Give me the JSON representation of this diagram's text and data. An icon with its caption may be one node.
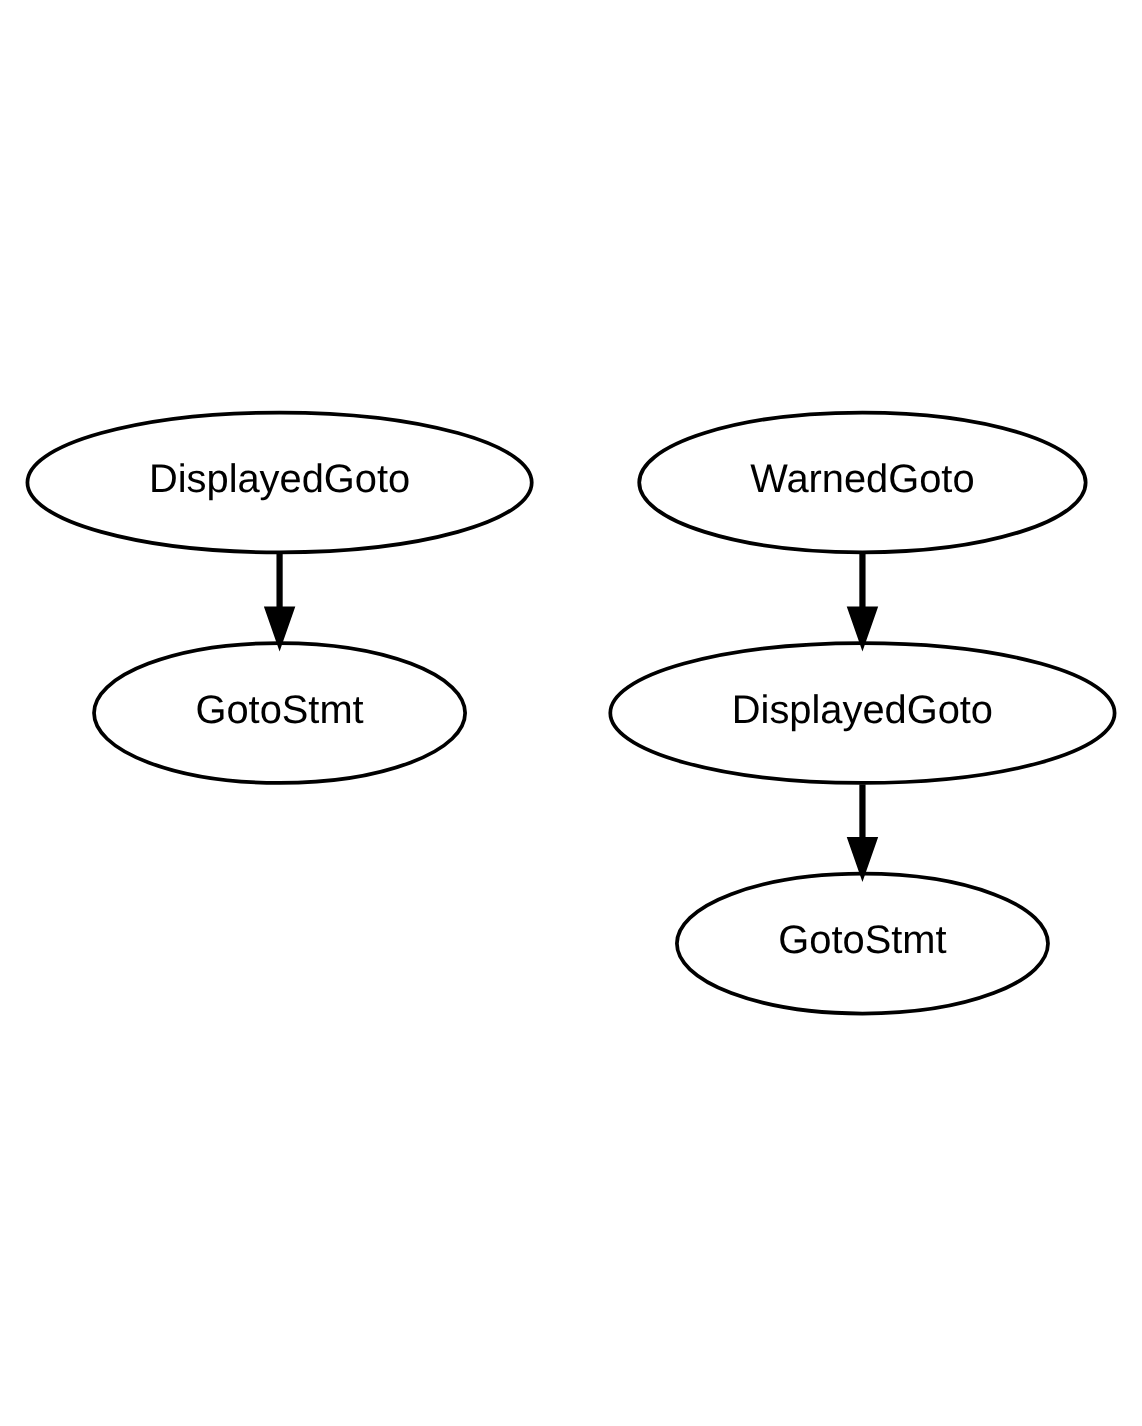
{
  "diagram": {
    "nodes": [
      {
        "text": [
          "DisplayedGoto"
        ]
      },
      {
        "text": [
          "GotoStmt"
        ]
      },
      {
        "text": [
          "WarnedGoto"
        ]
      },
      {
        "text": [
          "DisplayedGoto"
        ]
      },
      {
        "text": [
          "GotoStmt"
        ]
      }
    ],
    "edges": [
      {
        "from": 0,
        "to": 1,
        "arrow": "to"
      },
      {
        "from": 2,
        "to": 3,
        "arrow": "to"
      },
      {
        "from": 3,
        "to": 4,
        "arrow": "to"
      }
    ]
  }
}
